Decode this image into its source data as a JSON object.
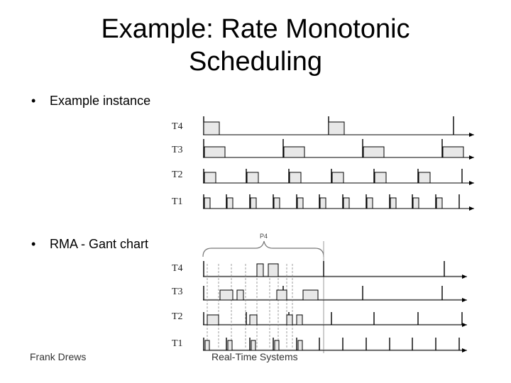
{
  "slide": {
    "title_line1": "Example: Rate Monotonic",
    "title_line2": "Scheduling",
    "bullets": [
      "Example instance",
      "RMA - Gant chart"
    ],
    "footer_left": "Frank Drews",
    "footer_center": "Real-Time Systems"
  },
  "diagram": {
    "task_labels": [
      "T4",
      "T3",
      "T2",
      "T1"
    ],
    "brace_label": "P4",
    "fill_color": "#e8e8e8",
    "line_color": "#000000",
    "grid_color": "#888888"
  }
}
